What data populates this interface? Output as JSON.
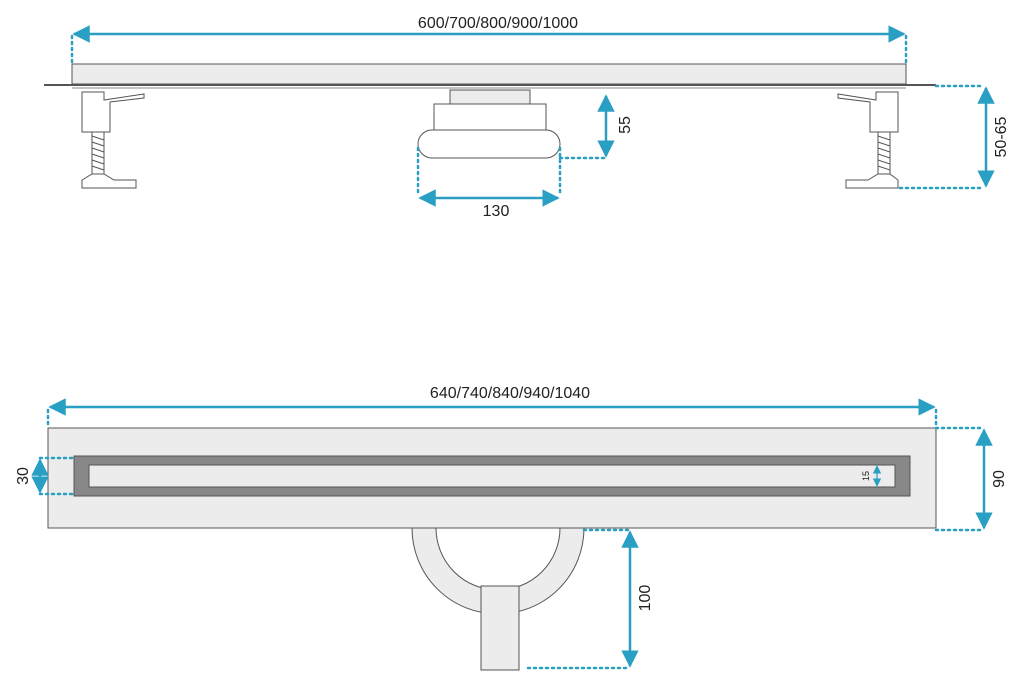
{
  "top_view": {
    "length_label": "600/700/800/900/1000",
    "outlet_width_label": "130",
    "outlet_height_label": "55",
    "leg_height_label": "50-65"
  },
  "bottom_view": {
    "length_label": "640/740/840/940/1040",
    "channel_width_label": "30",
    "slot_width_label": "15",
    "total_width_label": "90",
    "outlet_depth_label": "100"
  },
  "colors": {
    "dimension": "#2a9fc4",
    "part_fill": "#ececec",
    "slot_frame": "#888888",
    "outline": "#555555"
  }
}
